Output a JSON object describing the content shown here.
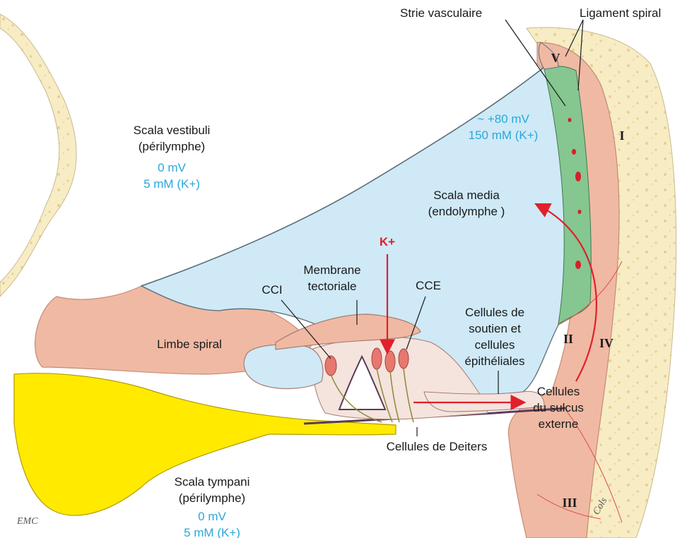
{
  "labels": {
    "strie": "Strie vasculaire",
    "ligament": "Ligament spiral",
    "vestibuli_title": "Scala vestibuli",
    "vestibuli_sub": "(périlymphe)",
    "vestibuli_mv": "0 mV",
    "vestibuli_k": "5 mM (K+)",
    "media_mv": "~ +80 mV",
    "media_k": "150 mM (K+)",
    "media_title": "Scala media",
    "media_sub": "(endolymphe )",
    "k_ion": "K+",
    "membrane_1": "Membrane",
    "membrane_2": "tectoriale",
    "cci": "CCI",
    "cce": "CCE",
    "limbe": "Limbe spiral",
    "soutien_1": "Cellules de",
    "soutien_2": "soutien et",
    "soutien_3": "cellules",
    "soutien_4": "épithéliales",
    "sulcus_1": "Cellules",
    "sulcus_2": "du sulcus",
    "sulcus_3": "externe",
    "deiters": "Cellules de Deiters",
    "tympani_title": "Scala tympani",
    "tympani_sub": "(périlymphe)",
    "tympani_mv": "0 mV",
    "tympani_k": "5 mM (K+)",
    "roman_v": "V",
    "roman_i": "I",
    "roman_ii": "II",
    "roman_iii": "III",
    "roman_iv": "IV",
    "signature": "EMC",
    "signature_r": "Cols"
  },
  "colors": {
    "endolymph": "#cfe9f7",
    "tissue": "#f0b9a3",
    "bone": "#f7ecc4",
    "bone_dot": "#e8cf8f",
    "stria": "#86c691",
    "nerve": "#ffea00",
    "arrow": "#e0202a",
    "value_text": "#2aa7d8"
  }
}
